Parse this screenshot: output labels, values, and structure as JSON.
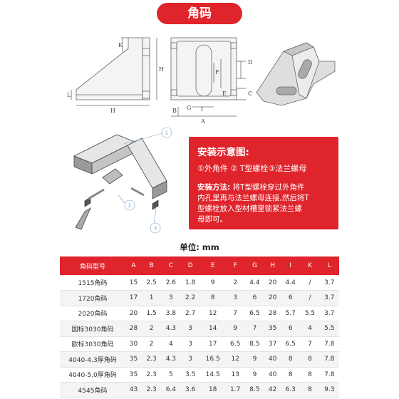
{
  "header": {
    "title": "角码"
  },
  "drawing_labels": {
    "side": {
      "K": "K",
      "H": "H",
      "L": "L",
      "H2": "H"
    },
    "front": {
      "F": "F",
      "E": "E",
      "D": "D",
      "C": "C",
      "B": "B",
      "G": "G",
      "I": "I",
      "A": "A"
    }
  },
  "callouts": {
    "one": "1",
    "two": "2",
    "three": "3"
  },
  "install": {
    "title": "安装示意图:",
    "parts": "①外角件 ② T型螺栓③法兰螺母",
    "method_label": "安装方法:",
    "method_lines": [
      " 将T型螺栓穿过外角件",
      "内孔里再与法兰螺母连接,然后将T",
      "型螺栓放入型材槽里锁紧法兰螺",
      "母即可。"
    ]
  },
  "unit": "单位: mm",
  "table": {
    "headers": [
      "角码型号",
      "A",
      "B",
      "C",
      "D",
      "E",
      "F",
      "G",
      "H",
      "I",
      "K",
      "L"
    ],
    "rows": [
      [
        "1515角码",
        "15",
        "2.5",
        "2.6",
        "1.8",
        "9",
        "2",
        "4.4",
        "20",
        "4.4",
        "/",
        "3.7"
      ],
      [
        "1720角码",
        "17",
        "1",
        "3",
        "2.2",
        "8",
        "3",
        "6",
        "20",
        "6",
        "/",
        "3.7"
      ],
      [
        "2020角码",
        "20",
        "1.5",
        "3.8",
        "2.7",
        "12",
        "7",
        "6.5",
        "28",
        "5.7",
        "5.5",
        "3.7"
      ],
      [
        "国标3030角码",
        "28",
        "2",
        "4.3",
        "3",
        "14",
        "9",
        "7",
        "35",
        "6",
        "4",
        "5.5"
      ],
      [
        "欧标3030角码",
        "30",
        "2",
        "4",
        "3",
        "17",
        "6.5",
        "8.5",
        "37",
        "6.5",
        "7",
        "7.8"
      ],
      [
        "4040-4.3厚角码",
        "35",
        "2.3",
        "4.3",
        "3",
        "16.5",
        "12",
        "9",
        "40",
        "8",
        "8",
        "7.8"
      ],
      [
        "4040-5.0厚角码",
        "35",
        "2.3",
        "5",
        "3.5",
        "14.5",
        "13",
        "9",
        "40",
        "8",
        "8",
        "7.8"
      ],
      [
        "4545角码",
        "43",
        "2.3",
        "6.4",
        "3.6",
        "18",
        "1.7",
        "8.5",
        "42",
        "6.3",
        "8",
        "9.3"
      ]
    ]
  }
}
